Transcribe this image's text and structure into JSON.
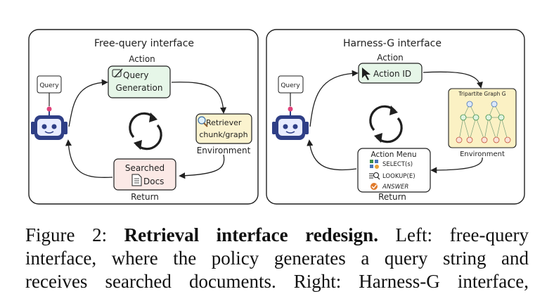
{
  "left_panel": {
    "title": "Free-query interface",
    "action_label": "Action",
    "query_tag": "Query",
    "generation_line1": "Query",
    "generation_line2": "Generation",
    "retriever_line1": "Retriever",
    "retriever_line2": "chunk/graph",
    "environment_label": "Environment",
    "searched_line1": "Searched",
    "searched_line2": "Docs",
    "return_label": "Return"
  },
  "right_panel": {
    "title": "Harness-G interface",
    "action_label": "Action",
    "query_tag": "Query",
    "action_id": "Action ID",
    "graph_title": "Tripartite Graph G",
    "environment_label": "Environment",
    "menu_title": "Action Menu",
    "menu_items": [
      "SELECT(s)",
      "LOOKUP(E)",
      "ANSWER"
    ],
    "return_label": "Return"
  },
  "caption": {
    "prefix": "Figure 2: ",
    "bold": "Retrieval interface redesign.",
    "line1_rest": " Left: free-query",
    "line2": "interface, where the policy generates a query string and",
    "line3": "receives searched documents. Right: Harness-G interface,"
  },
  "colors": {
    "generation_fill": "#e6f6e8",
    "retriever_fill": "#fbf3cf",
    "searched_fill": "#fbe9e6",
    "robot_fill": "#2f3f86",
    "graph_fill": "#fbf1c4"
  }
}
